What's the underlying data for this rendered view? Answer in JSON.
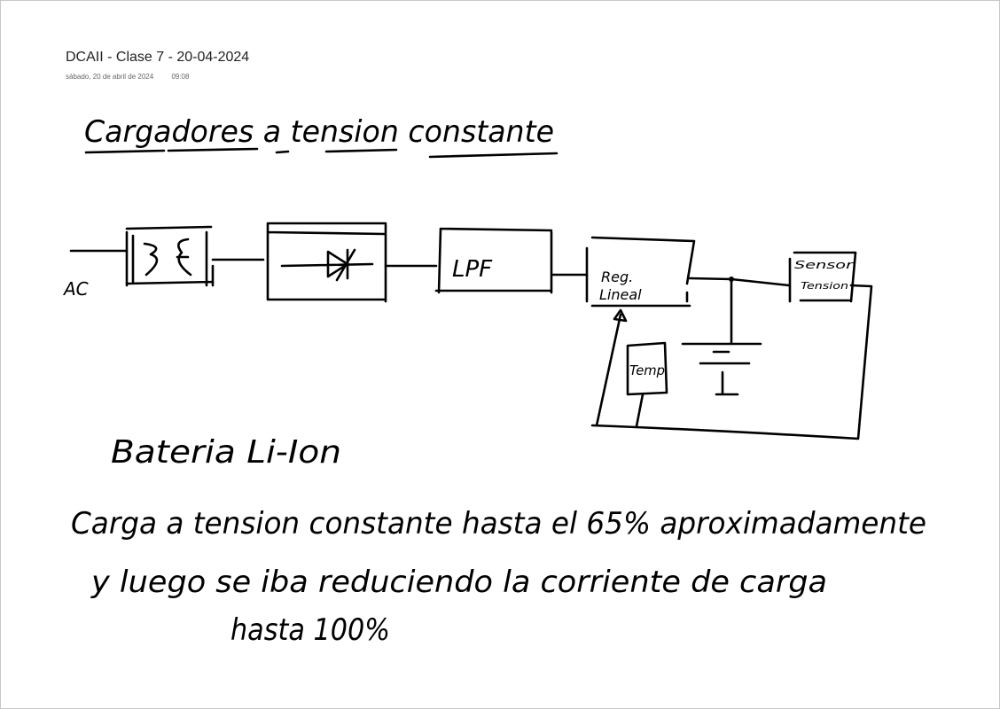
{
  "page": {
    "title": "DCAII - Clase 7 - 20-04-2024",
    "date": "sábado, 20 de abril de 2024",
    "time": "09:08"
  },
  "notes": {
    "heading": "Cargadores a tension constante",
    "diagram": {
      "input_label": "AC",
      "rectifier_symbol": "→|",
      "filter_label": "LPF",
      "regulator_label_1": "Reg.",
      "regulator_label_2": "Lineal",
      "sensor_label_1": "Sensor",
      "sensor_label_2": "Tension",
      "temp_label": "Temp"
    },
    "subheading": "Bateria Li-Ion",
    "line1": "Carga a tension constante hasta el 65% aproximadamente",
    "line2": "y luego se iba reduciendo la corriente de carga",
    "line3": "hasta 100%"
  }
}
